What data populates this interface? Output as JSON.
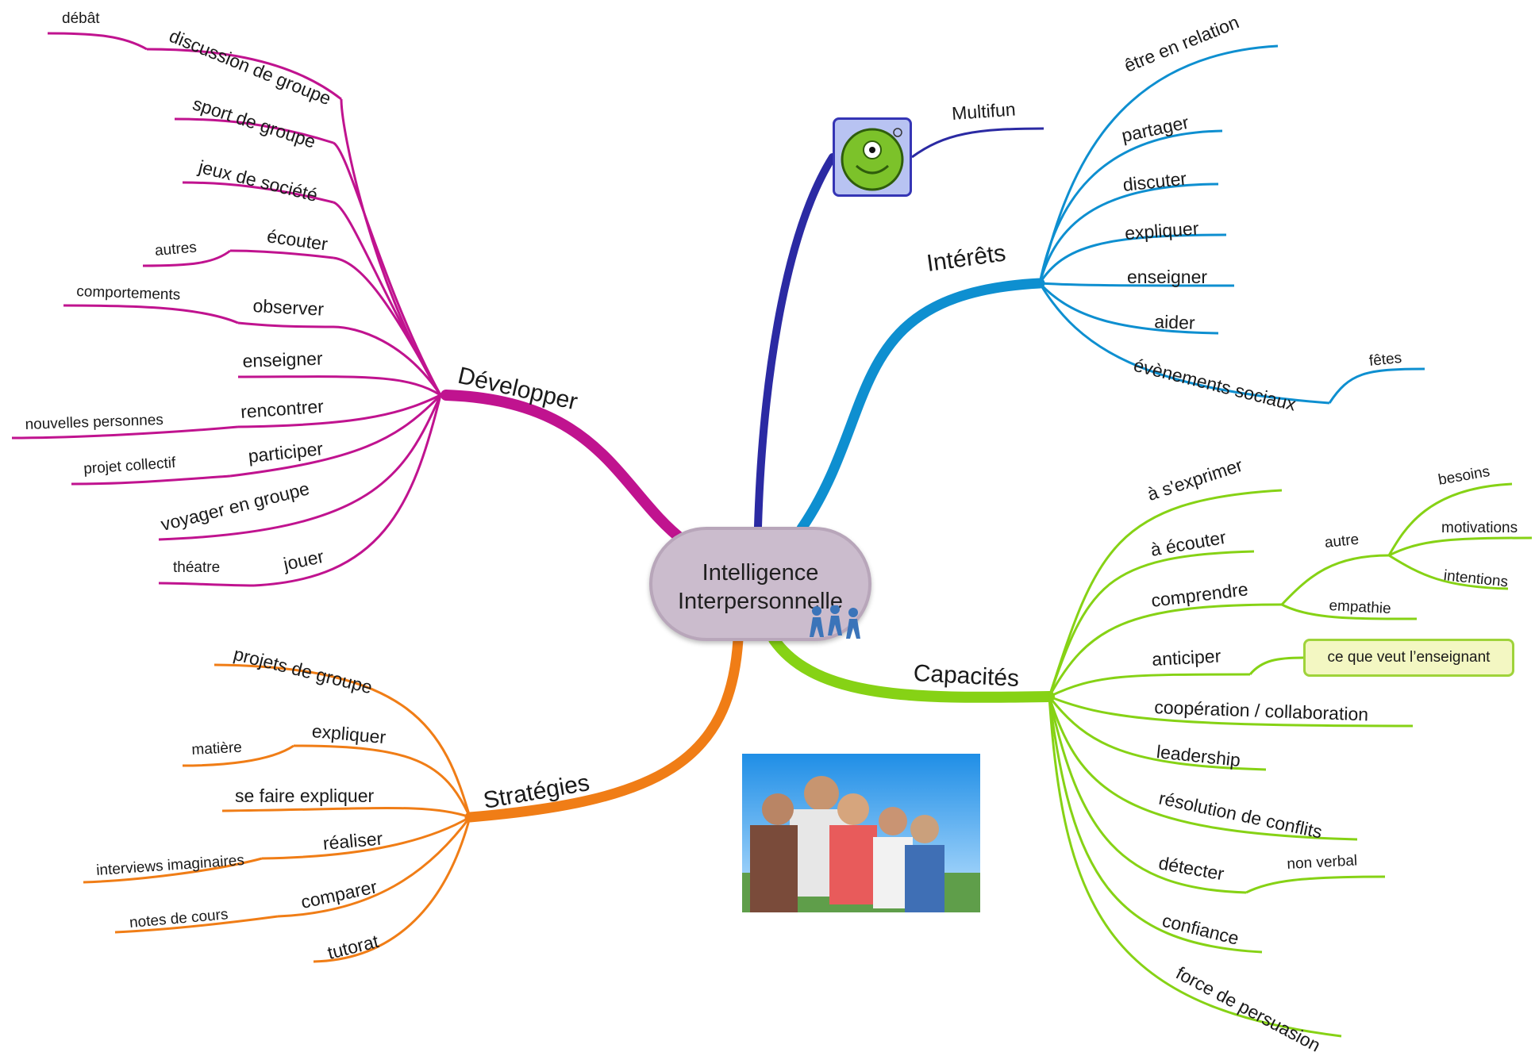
{
  "center": {
    "line1": "Intelligence",
    "line2": "Interpersonnelle"
  },
  "multifun": {
    "label": "Multifun"
  },
  "colors": {
    "developper": "#c0138f",
    "interets": "#0e8fd0",
    "capacites": "#86d215",
    "strategies": "#f07d16",
    "multifun": "#2b2aa3"
  },
  "branches": {
    "developper": {
      "label": "Développer",
      "children": [
        "discussion de groupe",
        "sport de groupe",
        "jeux de société",
        "écouter",
        "observer",
        "enseigner",
        "rencontrer",
        "participer",
        "voyager en groupe",
        "jouer"
      ],
      "details": {
        "debat": "débât",
        "autres": "autres",
        "comportements": "comportements",
        "nouvelles": "nouvelles personnes",
        "projet": "projet collectif",
        "theatre": "théatre"
      }
    },
    "interets": {
      "label": "Intérêts",
      "children": [
        "être en relation",
        "partager",
        "discuter",
        "expliquer",
        "enseigner",
        "aider",
        "évènements sociaux"
      ],
      "details": {
        "fetes": "fêtes"
      }
    },
    "capacites": {
      "label": "Capacités",
      "children": [
        "à s'exprimer",
        "à écouter",
        "comprendre",
        "anticiper",
        "coopération / collaboration",
        "leadership",
        "résolution de conflits",
        "détecter",
        "confiance",
        "force de persuasion"
      ],
      "details": {
        "autre": "autre",
        "besoins": "besoins",
        "motivations": "motivations",
        "intentions": "intentions",
        "empathie": "empathie",
        "callout": "ce que veut l’enseignant",
        "non_verbal": "non verbal"
      }
    },
    "strategies": {
      "label": "Stratégies",
      "children": [
        "projets de groupe",
        "expliquer",
        "se faire expliquer",
        "réaliser",
        "comparer",
        "tutorat"
      ],
      "details": {
        "matiere": "matière",
        "interviews": "interviews imaginaires",
        "notes": "notes de cours"
      }
    }
  }
}
